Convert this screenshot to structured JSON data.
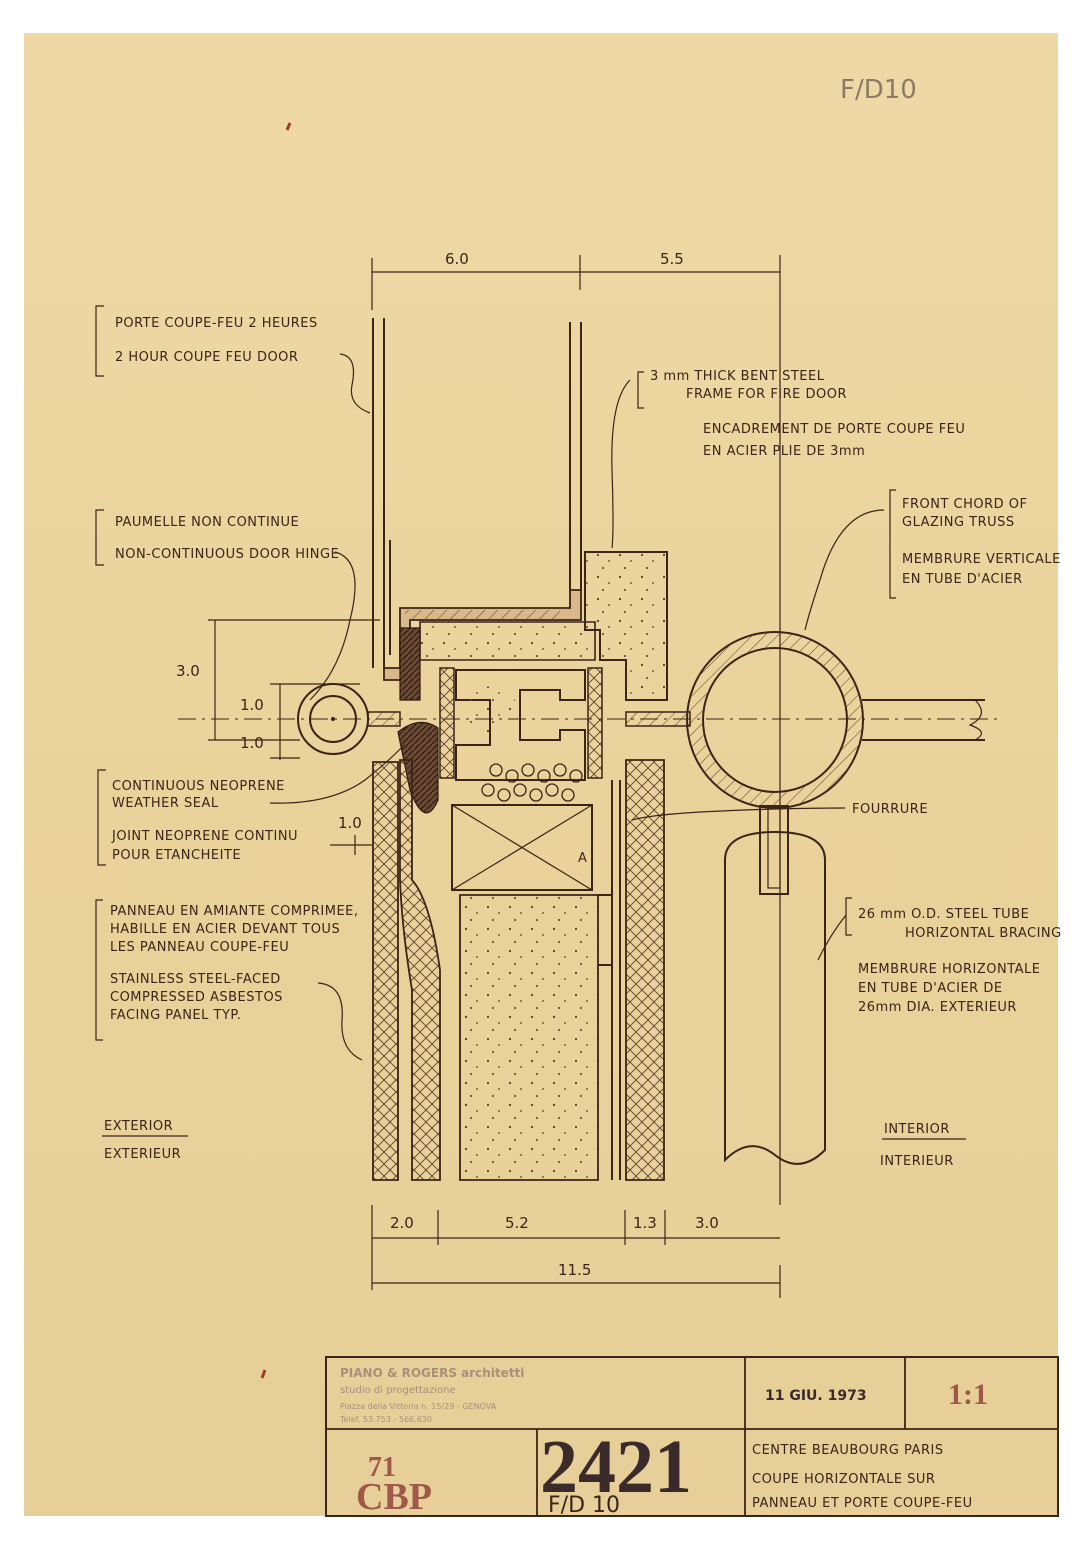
{
  "sheet_ref": "F/D10",
  "top_dimensions": [
    "6.0",
    "5.5"
  ],
  "bottom_dimensions": [
    "2.0",
    "5.2",
    "1.3",
    "3.0"
  ],
  "bottom_total": "11.5",
  "left_dimensions": {
    "total": "3.0",
    "upper": "1.0",
    "lower": "1.0",
    "offset": "1.0"
  },
  "annotations": {
    "door_fr": "PORTE COUPE-FEU 2 HEURES",
    "door_en": "2 HOUR COUPE FEU DOOR",
    "frame_en_1": "3 mm THICK BENT STEEL",
    "frame_en_2": "FRAME FOR FIRE DOOR",
    "frame_fr_1": "ENCADREMENT DE PORTE COUPE FEU",
    "frame_fr_2": "EN ACIER PLIE DE 3mm",
    "hinge_fr": "PAUMELLE NON CONTINUE",
    "hinge_en": "NON-CONTINUOUS DOOR HINGE",
    "chord_en_1": "FRONT CHORD OF",
    "chord_en_2": "GLAZING TRUSS",
    "chord_fr_1": "MEMBRURE VERTICALE",
    "chord_fr_2": "EN TUBE D'ACIER",
    "seal_en_1": "CONTINUOUS NEOPRENE",
    "seal_en_2": "WEATHER SEAL",
    "seal_fr_1": "JOINT NEOPRENE CONTINU",
    "seal_fr_2": "POUR ETANCHEITE",
    "fourrure": "FOURRURE",
    "panel_fr_1": "PANNEAU EN AMIANTE COMPRIMEE,",
    "panel_fr_2": "HABILLE EN ACIER DEVANT TOUS",
    "panel_fr_3": "LES PANNEAU COUPE-FEU",
    "panel_en_1": "STAINLESS STEEL-FACED",
    "panel_en_2": "COMPRESSED ASBESTOS",
    "panel_en_3": "FACING PANEL TYP.",
    "tube_en_1": "26 mm O.D. STEEL TUBE",
    "tube_en_2": "HORIZONTAL BRACING",
    "tube_fr_1": "MEMBRURE HORIZONTALE",
    "tube_fr_2": "EN TUBE D'ACIER DE",
    "tube_fr_3": "26mm DIA. EXTERIEUR",
    "exterior_en": "EXTERIOR",
    "exterior_fr": "EXTERIEUR",
    "interior_en": "INTERIOR",
    "interior_fr": "INTERIEUR",
    "section_mark": "A"
  },
  "title_block": {
    "firm": "PIANO & ROGERS architetti",
    "studio": "studio di progettazione",
    "address": "Piazza della Vittoria n. 15/29 - GENOVA",
    "phone": "Telef. 53.753 - 566.630",
    "date": "11 GIU. 1973",
    "scale": "1:1",
    "number_small": "71",
    "code": "CBP",
    "drawing_number": "2421",
    "drawing_sub": "F/D 10",
    "title_1": "CENTRE BEAUBOURG PARIS",
    "title_2": "COUPE HORIZONTALE SUR",
    "title_3": "PANNEAU ET PORTE COUPE-FEU"
  },
  "colors": {
    "paper": "#ead39b",
    "ink": "#3b2418",
    "stamp_red": "#a0584a",
    "stamp_dark": "#3a2a2a"
  }
}
